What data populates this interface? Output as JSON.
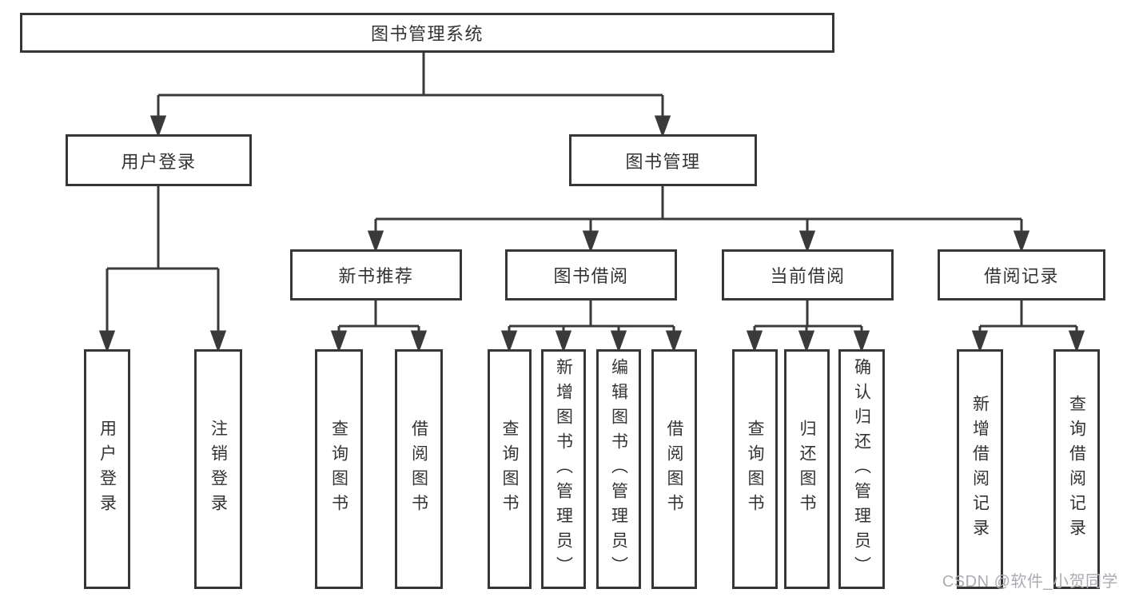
{
  "colors": {
    "line": "#3a3a3a",
    "box_border": "#363636",
    "box_bg": "#ffffff",
    "text": "#333333",
    "watermark": "#abacb2",
    "background": "#ffffff"
  },
  "watermark": {
    "text": "CSDN @软件_小贺同学"
  },
  "tree": {
    "label": "图书管理系统",
    "children": [
      {
        "label": "用户登录",
        "children": [
          {
            "label": "用户登录"
          },
          {
            "label": "注销登录"
          }
        ]
      },
      {
        "label": "图书管理",
        "children": [
          {
            "label": "新书推荐",
            "children": [
              {
                "label": "查询图书"
              },
              {
                "label": "借阅图书"
              }
            ]
          },
          {
            "label": "图书借阅",
            "children": [
              {
                "label": "查询图书"
              },
              {
                "label": "新增图书（管理员）"
              },
              {
                "label": "编辑图书（管理员）"
              },
              {
                "label": "借阅图书"
              }
            ]
          },
          {
            "label": "当前借阅",
            "children": [
              {
                "label": "查询图书"
              },
              {
                "label": "归还图书"
              },
              {
                "label": "确认归还（管理员）"
              }
            ]
          },
          {
            "label": "借阅记录",
            "children": [
              {
                "label": "新增借阅记录"
              },
              {
                "label": "查询借阅记录"
              }
            ]
          }
        ]
      }
    ]
  }
}
